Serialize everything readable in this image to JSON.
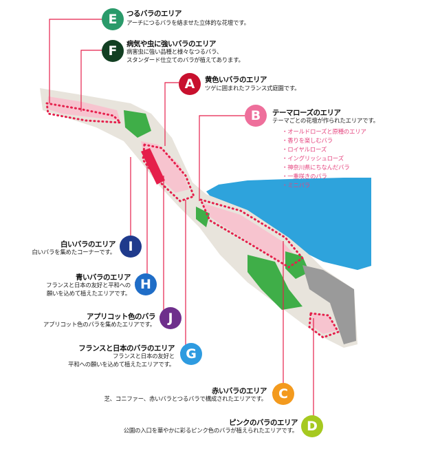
{
  "colors": {
    "A": "#c8102e",
    "B": "#ee6f9b",
    "C": "#f39a1e",
    "D": "#a6c920",
    "E": "#2a9a6a",
    "F": "#123f22",
    "G": "#2e9be0",
    "H": "#1f6dc7",
    "I": "#1f3a8c",
    "J": "#6e2f8c",
    "leader": "#e51f4b",
    "sea": "#2ea3dc",
    "park": "#f7c4cf",
    "green": "#3fae48",
    "subitem": "#e5457f"
  },
  "areas": {
    "E": {
      "letter": "E",
      "title": "つるバラのエリア",
      "desc": [
        "アーチにつるバラを絡ませた立体的な花壇です。"
      ]
    },
    "F": {
      "letter": "F",
      "title": "病気や虫に強いバラのエリア",
      "desc": [
        "病害虫に強い品種と様々なつるバラ、",
        "スタンダード仕立てのバラが植えてあります。"
      ]
    },
    "A": {
      "letter": "A",
      "title": "黄色いバラのエリア",
      "desc": [
        "ツゲに囲まれたフランス式庭園です。"
      ]
    },
    "B": {
      "letter": "B",
      "title": "テーマローズのエリア",
      "desc": [
        "テーマごとの花壇が作られたエリアです。"
      ],
      "items": [
        "・オールドローズと原種のエリア",
        "・香りを楽しむバラ",
        "・ロイヤルローズ",
        "・イングリッシュローズ",
        "・神奈川県にちなんだバラ",
        "・一重咲きのバラ",
        "・ミニバラ"
      ]
    },
    "I": {
      "letter": "I",
      "title": "白いバラのエリア",
      "desc": [
        "白いバラを集めたコーナーです。"
      ]
    },
    "H": {
      "letter": "H",
      "title": "青いバラのエリア",
      "desc": [
        "フランスと日本の友好と平和への",
        "願いを込めて植えたエリアです。"
      ]
    },
    "J": {
      "letter": "J",
      "title": "アプリコット色のバラ",
      "desc": [
        "アプリコット色のバラを集めたエリアです。"
      ]
    },
    "G": {
      "letter": "G",
      "title": "フランスと日本のバラのエリア",
      "desc": [
        "フランスと日本の友好と",
        "平和への願いを込めて植えたエリアです。"
      ]
    },
    "C": {
      "letter": "C",
      "title": "赤いバラのエリア",
      "desc": [
        "芝、コニファー、赤いバラとつるバラで構成されたエリアです。"
      ]
    },
    "D": {
      "letter": "D",
      "title": "ピンクのバラのエリア",
      "desc": [
        "公園の入口を華やかに彩るピンク色のバラが植えられたエリアです。"
      ]
    }
  }
}
